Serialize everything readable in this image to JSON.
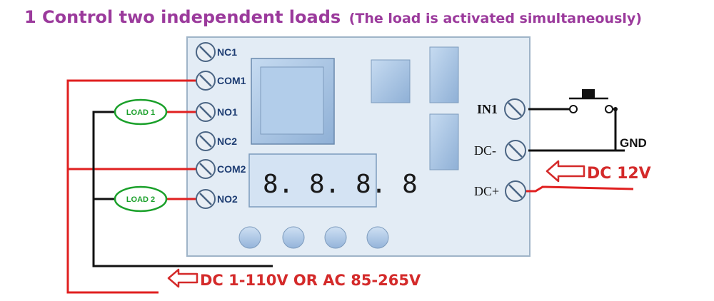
{
  "title": {
    "main": "1 Control two independent loads",
    "sub": "(The load is activated simultaneously)"
  },
  "terminals_left": [
    "NC1",
    "COM1",
    "NO1",
    "NC2",
    "COM2",
    "NO2"
  ],
  "terminals_right": [
    "IN1",
    "DC-",
    "DC+"
  ],
  "loads": [
    "LOAD 1",
    "LOAD 2"
  ],
  "display_text": "8. 8. 8. 8",
  "gnd_label": "GND",
  "dc12_label": "DC 12V",
  "supply_label": "DC 1-110V OR AC 85-265V",
  "colors": {
    "title": "#9b3a9c",
    "wire_red": "#e02020",
    "wire_black": "#111111",
    "load_green": "#1aa02a",
    "board_fill": "#dfe9f4",
    "board_stroke": "#9fb4c8",
    "component_blue": "#a9c5e6"
  }
}
